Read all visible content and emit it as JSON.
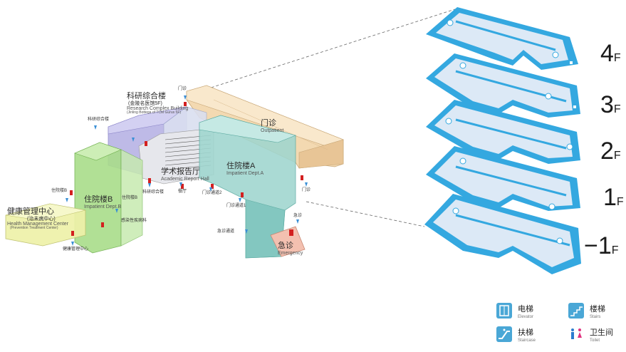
{
  "buildings": {
    "research": {
      "cn": "科研综合楼",
      "sub": "(金陵名医馆5F)",
      "en": "Research Complex Building",
      "en_sub": "(Jinling Bottega of TCM Gurus 5F)"
    },
    "outpatient": {
      "cn": "门诊",
      "en": "Outpatient"
    },
    "academic": {
      "cn": "学术报告厅",
      "en": "Academic Report Hall"
    },
    "inpatient_a": {
      "cn": "住院楼A",
      "en": "Impatient Dept.A"
    },
    "inpatient_b": {
      "cn": "住院楼B",
      "en": "Impatient Dept.B"
    },
    "health": {
      "cn": "健康管理中心",
      "sub": "(治未病中心)",
      "en": "Health Management Center",
      "en_sub": "(Prevention Treatment Center)"
    },
    "emergency": {
      "cn": "急诊",
      "en": "Emergency"
    }
  },
  "entrances": {
    "outpatient_top": "门诊",
    "research": "科研综合楼",
    "inpatient_b": "住院楼B",
    "infectious": "感染性疾病科",
    "health": "健康管理中心",
    "research2": "科研综合楼",
    "hall": "餐厅",
    "outpatient_ch2": "门诊通道2",
    "outpatient_ch1": "门诊通道1",
    "emergency_ch": "急诊通道",
    "emergency": "急诊",
    "outpatient_right": "门诊"
  },
  "floors": [
    {
      "num": "4",
      "f": "F"
    },
    {
      "num": "3",
      "f": "F"
    },
    {
      "num": "2",
      "f": "F"
    },
    {
      "num": "1",
      "f": "F"
    },
    {
      "num": "−1",
      "f": "F"
    }
  ],
  "legend": [
    {
      "icon": "elevator-icon",
      "cn": "电梯",
      "en": "Elevator"
    },
    {
      "icon": "stairs-icon",
      "cn": "楼梯",
      "en": "Stairs"
    },
    {
      "icon": "escalator-icon",
      "cn": "扶梯",
      "en": "Staircase"
    },
    {
      "icon": "toilet-icon",
      "cn": "卫生间",
      "en": "Toilet"
    }
  ],
  "colors": {
    "outpatient": "#f3d9b1",
    "research": "#b9b5e6",
    "inpatient_a": "#9fd6cf",
    "inpatient_b": "#a9dd8a",
    "health": "#eef1a9",
    "emergency": "#f3c0b0",
    "floor_blue": "#34a8e0",
    "floor_light": "#dce9f6",
    "accent_red": "#d32020"
  }
}
